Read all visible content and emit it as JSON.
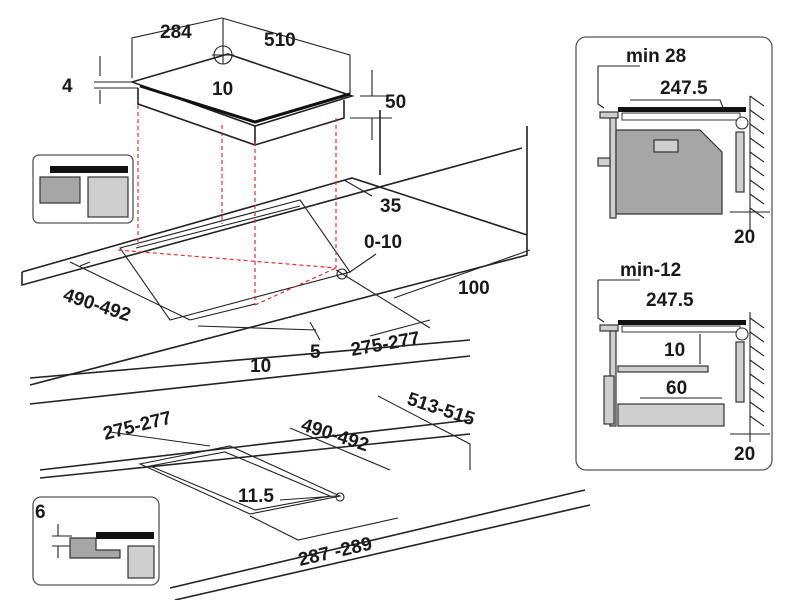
{
  "top_view": {
    "dim_width_1": "284",
    "dim_width_2": "510",
    "dim_thickness": "4",
    "dim_center": "10",
    "dim_height": "50",
    "dim_clearance": "35",
    "dim_tolerance": "0-10",
    "dim_depth": "100",
    "dim_cutout_width": "490-492",
    "dim_gap_10": "10",
    "dim_gap_5": "5",
    "dim_cutout_depth": "275-277"
  },
  "flush_view": {
    "dim_cutout_depth": "275-277",
    "dim_cutout_width_inner": "490-492",
    "dim_cutout_width_outer": "513-515",
    "dim_radius": "11.5",
    "dim_depth_outer": "287 -289",
    "dim_rebate": "6"
  },
  "side_panel_top": {
    "label_min": "min 28",
    "dim_depth": "247.5",
    "dim_wall": "20"
  },
  "side_panel_bottom": {
    "label_min": "min-12",
    "dim_depth": "247.5",
    "dim_gap": "10",
    "dim_shelf": "60",
    "dim_wall": "20"
  }
}
